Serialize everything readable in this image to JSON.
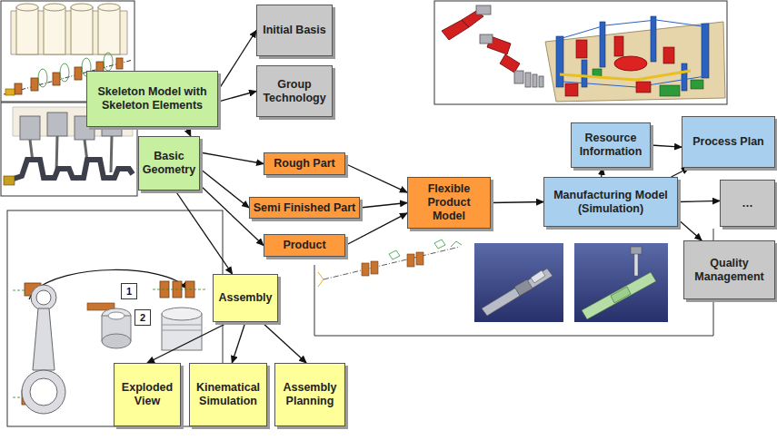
{
  "diagram": {
    "nodes": [
      {
        "text": [
          "Skeleton Model with Skeleton Elements"
        ]
      },
      {
        "text": [
          "Initial Basis"
        ]
      },
      {
        "text": [
          "Group Technology"
        ]
      },
      {
        "text": [
          "Basic Geometry"
        ]
      },
      {
        "text": [
          "Rough Part"
        ]
      },
      {
        "text": [
          "Semi Finished Part"
        ]
      },
      {
        "text": [
          "Product"
        ]
      },
      {
        "text": [
          "Flexible Product Model"
        ]
      },
      {
        "text": [
          "Manufacturing Model (Simulation)"
        ]
      },
      {
        "text": [
          "Resource Information"
        ]
      },
      {
        "text": [
          "Process Plan"
        ]
      },
      {
        "text": [
          "…"
        ]
      },
      {
        "text": [
          "Quality Management"
        ]
      },
      {
        "text": [
          "Assembly"
        ]
      },
      {
        "text": [
          "Exploded View"
        ]
      },
      {
        "text": [
          "Kinematical Simulation"
        ]
      },
      {
        "text": [
          "Assembly Planning"
        ]
      }
    ],
    "edges": [
      {
        "from": 0,
        "to": 1,
        "arrow": "to"
      },
      {
        "from": 0,
        "to": 2,
        "arrow": "to"
      },
      {
        "from": 0,
        "to": 3,
        "arrow": "to"
      },
      {
        "from": 3,
        "to": 4,
        "arrow": "to"
      },
      {
        "from": 3,
        "to": 5,
        "arrow": "to"
      },
      {
        "from": 3,
        "to": 6,
        "arrow": "to"
      },
      {
        "from": 3,
        "to": 13,
        "arrow": "to"
      },
      {
        "from": 4,
        "to": 7,
        "arrow": "to"
      },
      {
        "from": 5,
        "to": 7,
        "arrow": "to"
      },
      {
        "from": 6,
        "to": 7,
        "arrow": "to"
      },
      {
        "from": 7,
        "to": 8,
        "arrow": "to"
      },
      {
        "from": 8,
        "to": 9,
        "arrow": "to"
      },
      {
        "from": 9,
        "to": 10,
        "arrow": "to"
      },
      {
        "from": 8,
        "to": 10,
        "arrow": "to"
      },
      {
        "from": 8,
        "to": 11,
        "arrow": "to"
      },
      {
        "from": 8,
        "to": 12,
        "arrow": "to"
      },
      {
        "from": 13,
        "to": 14,
        "arrow": "to"
      },
      {
        "from": 13,
        "to": 15,
        "arrow": "to"
      },
      {
        "from": 13,
        "to": 16,
        "arrow": "to"
      }
    ],
    "labels": [
      "1",
      "2"
    ]
  }
}
